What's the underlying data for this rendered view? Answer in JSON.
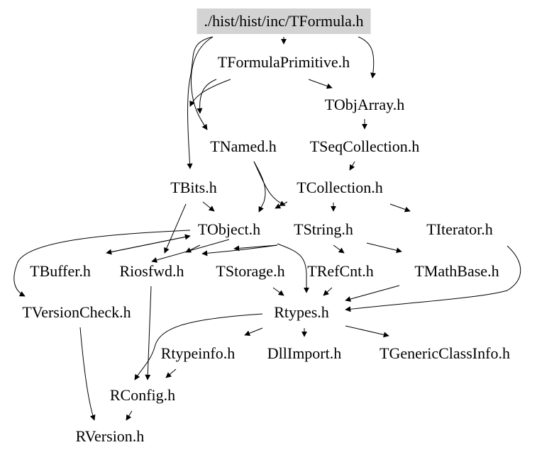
{
  "diagram": {
    "type": "include-dependency-graph",
    "colors": {
      "root_fill": "#d3d3d3",
      "edge": "#000000",
      "text": "#000000",
      "background": "#ffffff"
    },
    "nodes": [
      {
        "id": "TFormula",
        "label": "./hist/hist/inc/TFormula.h",
        "root": true
      },
      {
        "id": "TFormulaPrimitive",
        "label": "TFormulaPrimitive.h"
      },
      {
        "id": "TObjArray",
        "label": "TObjArray.h"
      },
      {
        "id": "TNamed",
        "label": "TNamed.h"
      },
      {
        "id": "TSeqCollection",
        "label": "TSeqCollection.h"
      },
      {
        "id": "TBits",
        "label": "TBits.h"
      },
      {
        "id": "TCollection",
        "label": "TCollection.h"
      },
      {
        "id": "TObject",
        "label": "TObject.h"
      },
      {
        "id": "TString",
        "label": "TString.h"
      },
      {
        "id": "TIterator",
        "label": "TIterator.h"
      },
      {
        "id": "TBuffer",
        "label": "TBuffer.h"
      },
      {
        "id": "Riosfwd",
        "label": "Riosfwd.h"
      },
      {
        "id": "TStorage",
        "label": "TStorage.h"
      },
      {
        "id": "TRefCnt",
        "label": "TRefCnt.h"
      },
      {
        "id": "TMathBase",
        "label": "TMathBase.h"
      },
      {
        "id": "TVersionCheck",
        "label": "TVersionCheck.h"
      },
      {
        "id": "Rtypes",
        "label": "Rtypes.h"
      },
      {
        "id": "Rtypeinfo",
        "label": "Rtypeinfo.h"
      },
      {
        "id": "DllImport",
        "label": "DllImport.h"
      },
      {
        "id": "TGenericClassInfo",
        "label": "TGenericClassInfo.h"
      },
      {
        "id": "RConfig",
        "label": "RConfig.h"
      },
      {
        "id": "RVersion",
        "label": "RVersion.h"
      }
    ],
    "edges": [
      [
        "TFormula",
        "TFormulaPrimitive"
      ],
      [
        "TFormula",
        "TObjArray"
      ],
      [
        "TFormula",
        "TNamed"
      ],
      [
        "TFormula",
        "TBits"
      ],
      [
        "TFormulaPrimitive",
        "TNamed"
      ],
      [
        "TFormulaPrimitive",
        "TObjArray"
      ],
      [
        "TFormulaPrimitive",
        "TBits"
      ],
      [
        "TObjArray",
        "TSeqCollection"
      ],
      [
        "TSeqCollection",
        "TCollection"
      ],
      [
        "TNamed",
        "TObject"
      ],
      [
        "TNamed",
        "TString"
      ],
      [
        "TBits",
        "TObject"
      ],
      [
        "TBits",
        "Riosfwd"
      ],
      [
        "TCollection",
        "TObject"
      ],
      [
        "TCollection",
        "TString"
      ],
      [
        "TCollection",
        "TIterator"
      ],
      [
        "TObject",
        "TBuffer"
      ],
      [
        "TObject",
        "Riosfwd"
      ],
      [
        "TObject",
        "TStorage"
      ],
      [
        "TObject",
        "TVersionCheck"
      ],
      [
        "TObject",
        "Rtypes"
      ],
      [
        "TString",
        "TRefCnt"
      ],
      [
        "TString",
        "TMathBase"
      ],
      [
        "TString",
        "Riosfwd"
      ],
      [
        "TString",
        "TObject"
      ],
      [
        "TStorage",
        "Rtypes"
      ],
      [
        "TRefCnt",
        "Rtypes"
      ],
      [
        "TMathBase",
        "Rtypes"
      ],
      [
        "TIterator",
        "Rtypes"
      ],
      [
        "TBuffer",
        "TObject"
      ],
      [
        "Riosfwd",
        "RConfig"
      ],
      [
        "Rtypes",
        "RConfig"
      ],
      [
        "Rtypes",
        "Rtypeinfo"
      ],
      [
        "Rtypes",
        "DllImport"
      ],
      [
        "Rtypes",
        "TGenericClassInfo"
      ],
      [
        "Rtypeinfo",
        "RConfig"
      ],
      [
        "TVersionCheck",
        "RVersion"
      ],
      [
        "RConfig",
        "RVersion"
      ]
    ]
  }
}
